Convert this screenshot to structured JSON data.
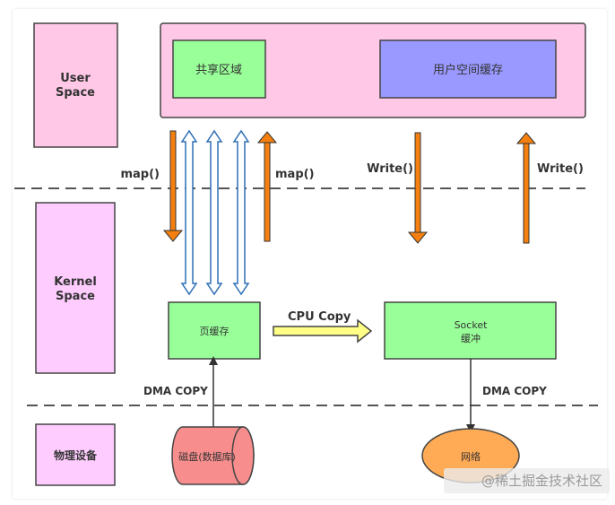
{
  "regions": {
    "user_space": "User\nSpace",
    "kernel_space": "Kernel\nSpace",
    "physical_devices": "物理设备"
  },
  "boxes": {
    "shared_region": "共享区域",
    "user_buffer": "用户空间缓存",
    "page_cache": "页缓存",
    "socket_buffer_line1": "Socket",
    "socket_buffer_line2": "缓冲",
    "disk": "磁盘(数据库)",
    "network": "网络"
  },
  "labels": {
    "map_left": "map()",
    "map_right": "map()",
    "write_left": "Write()",
    "write_right": "Write()",
    "cpu_copy": "CPU Copy",
    "dma_copy_left": "DMA COPY",
    "dma_copy_right": "DMA COPY"
  },
  "colors": {
    "user_pink": "#ffc8e6",
    "kernel_violet": "#ffccff",
    "green": "#99ff99",
    "blue_buffer": "#9999ff",
    "orange_arrow": "#f5800f",
    "blue_arrow": "#2f6fb5",
    "yellow_arrow": "#ffff88",
    "disk_red": "#f88d8d",
    "network_orange": "#ffaa55"
  },
  "watermark": "@稀土掘金技术社区"
}
